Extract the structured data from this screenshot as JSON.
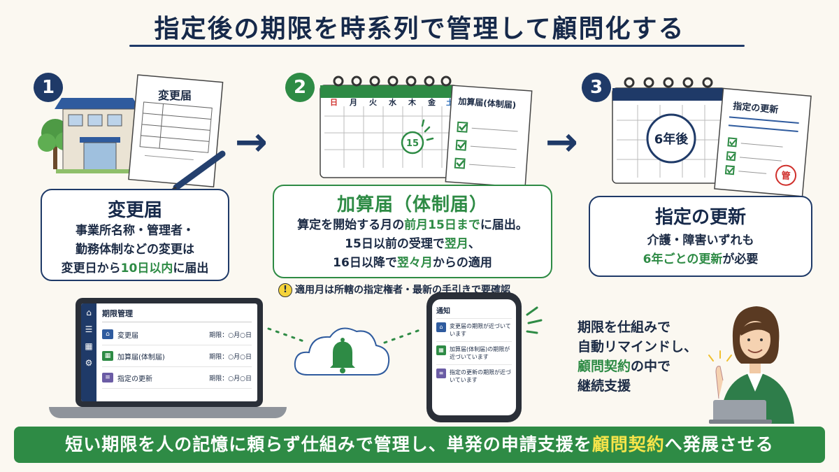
{
  "title": "指定後の期限を時系列で管理して顧問化する",
  "steps": [
    {
      "num": "1",
      "doc_label": "変更届",
      "box_title": "変更届",
      "lines": [
        "事業所名称・管理者・",
        "勤務体制などの変更は"
      ],
      "line3_pre": "変更日から",
      "line3_hl": "10日以内",
      "line3_post": "に届出"
    },
    {
      "num": "2",
      "calendar_days": [
        "日",
        "月",
        "火",
        "水",
        "木",
        "金",
        "土"
      ],
      "calendar_mark": "15",
      "doc_label": "加算届(体制届)",
      "box_title": "加算届（体制届）",
      "l1_pre": "算定を開始する月の",
      "l1_hl": "前月15日まで",
      "l1_post": "に届出。",
      "l2_pre": "15日以前の受理で",
      "l2_hl": "翌月",
      "l2_post": "、",
      "l3_pre": "16日以降で",
      "l3_hl": "翌々月",
      "l3_post": "からの適用",
      "caution_icon": "!",
      "caution": "適用月は所轄の指定権者・最新の手引きで要確認"
    },
    {
      "num": "3",
      "calendar_mark": "6年後",
      "doc_label": "指定の更新",
      "stamp": "管",
      "box_title": "指定の更新",
      "l1": "介護・障害いずれも",
      "l2_hl": "6年ごとの更新",
      "l2_post": "が必要"
    }
  ],
  "laptop": {
    "header": "期限管理",
    "sidebar_icons": [
      "⌂",
      "☰",
      "▦",
      "⚙"
    ],
    "rows": [
      {
        "icon": "building-icon",
        "label": "変更届",
        "deadline": "期限：○月○日"
      },
      {
        "icon": "calendar-icon",
        "label": "加算届(体制届)",
        "deadline": "期限：○月○日"
      },
      {
        "icon": "document-icon",
        "label": "指定の更新",
        "deadline": "期限：○月○日"
      }
    ]
  },
  "phone": {
    "header": "通知",
    "items": [
      {
        "icon": "building-icon",
        "text": "変更届の期限が近づいています"
      },
      {
        "icon": "calendar-icon",
        "text": "加算届(体制届)の期限が近づいています"
      },
      {
        "icon": "document-icon",
        "text": "指定の更新の期限が近づいています"
      }
    ]
  },
  "speech": {
    "l1": "期限を仕組みで",
    "l2": "自動リマインドし、",
    "l3_hl": "顧問契約",
    "l3_post": "の中で",
    "l4": "継続支援"
  },
  "banner": {
    "pre": "短い期限を人の記憶に頼らず仕組みで管理し、単発の申請支援を",
    "hl": "顧問契約",
    "post": "へ発展させる"
  },
  "colors": {
    "navy": "#1f3a68",
    "green": "#2e8b45",
    "highlight_yellow": "#f6e44a",
    "background": "#fbf8f1"
  }
}
